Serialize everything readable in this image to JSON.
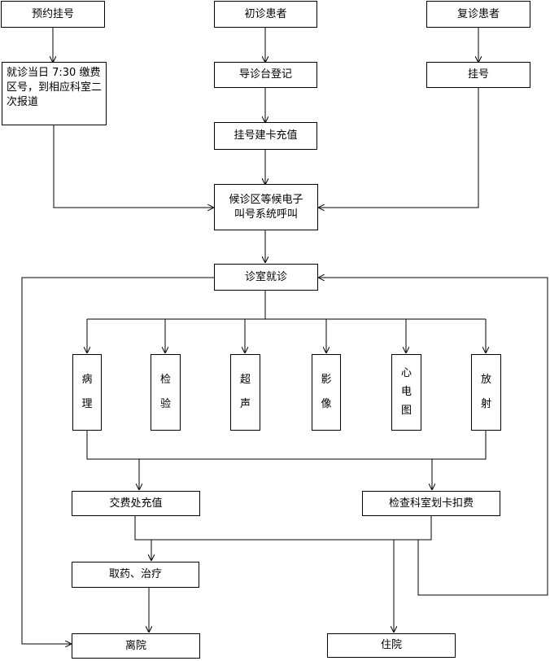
{
  "nodes": {
    "appointment": "预约挂号",
    "first_visit": "初诊患者",
    "return_visit": "复诊患者",
    "visit_day": "就诊当日 7:30 缴费区号，到相应科室二次报道",
    "guide_register": "导诊台登记",
    "register": "挂号",
    "card_topup": "挂号建卡充值",
    "waiting": "候诊区等候电子叫号系统呼叫",
    "consult": "诊室就诊",
    "departments": [
      "病理",
      "检验",
      "超声",
      "影像",
      "心电图",
      "放射"
    ],
    "payment": "交费处充值",
    "card_deduct": "检查科室划卡扣费",
    "medicine": "取药、治疗",
    "discharge": "离院",
    "hospitalize": "住院"
  }
}
